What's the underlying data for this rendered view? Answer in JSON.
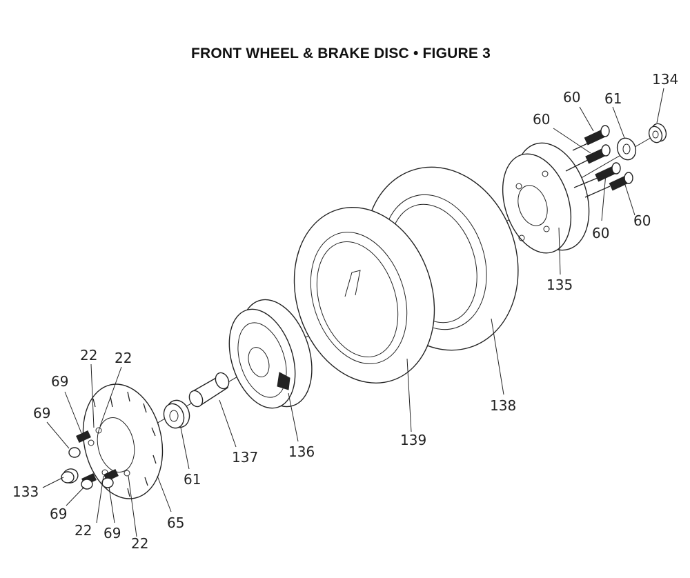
{
  "title": "FRONT WHEEL & BRAKE DISC  •  FIGURE 3",
  "callouts": [
    {
      "id": "c134",
      "text": "134"
    },
    {
      "id": "c61a",
      "text": "61"
    },
    {
      "id": "c60a",
      "text": "60"
    },
    {
      "id": "c60b",
      "text": "60"
    },
    {
      "id": "c60c",
      "text": "60"
    },
    {
      "id": "c60d",
      "text": "60"
    },
    {
      "id": "c135",
      "text": "135"
    },
    {
      "id": "c138",
      "text": "138"
    },
    {
      "id": "c139",
      "text": "139"
    },
    {
      "id": "c136",
      "text": "136"
    },
    {
      "id": "c137",
      "text": "137"
    },
    {
      "id": "c61b",
      "text": "61"
    },
    {
      "id": "c65",
      "text": "65"
    },
    {
      "id": "c22a",
      "text": "22"
    },
    {
      "id": "c22b",
      "text": "22"
    },
    {
      "id": "c22c",
      "text": "22"
    },
    {
      "id": "c22d",
      "text": "22"
    },
    {
      "id": "c69a",
      "text": "69"
    },
    {
      "id": "c69b",
      "text": "69"
    },
    {
      "id": "c69c",
      "text": "69"
    },
    {
      "id": "c69d",
      "text": "69"
    },
    {
      "id": "c133",
      "text": "133"
    }
  ]
}
